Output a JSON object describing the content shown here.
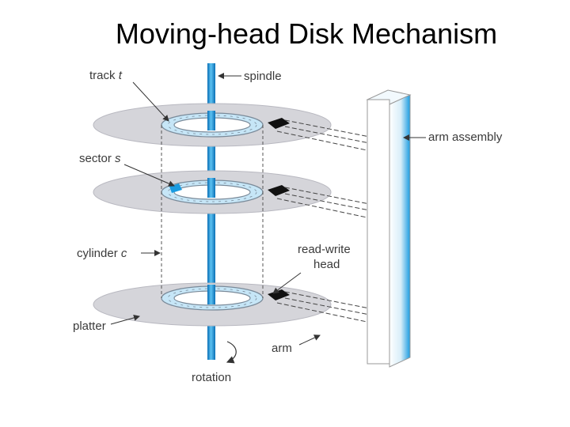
{
  "title": "Moving-head Disk Mechanism",
  "labels": {
    "track": "track",
    "track_var": "t",
    "spindle": "spindle",
    "arm_assembly": "arm assembly",
    "sector": "sector",
    "sector_var": "s",
    "cylinder": "cylinder",
    "cylinder_var": "c",
    "read_write_1": "read-write",
    "read_write_2": "head",
    "platter": "platter",
    "arm": "arm",
    "rotation": "rotation"
  },
  "colors": {
    "spindle": "#1a9be0",
    "platter": "#d3d3d8",
    "track_ring": "#bfe3f5",
    "highlight_sector": "#1a9be0",
    "head": "#111111",
    "label_text": "#3a3a3a"
  }
}
